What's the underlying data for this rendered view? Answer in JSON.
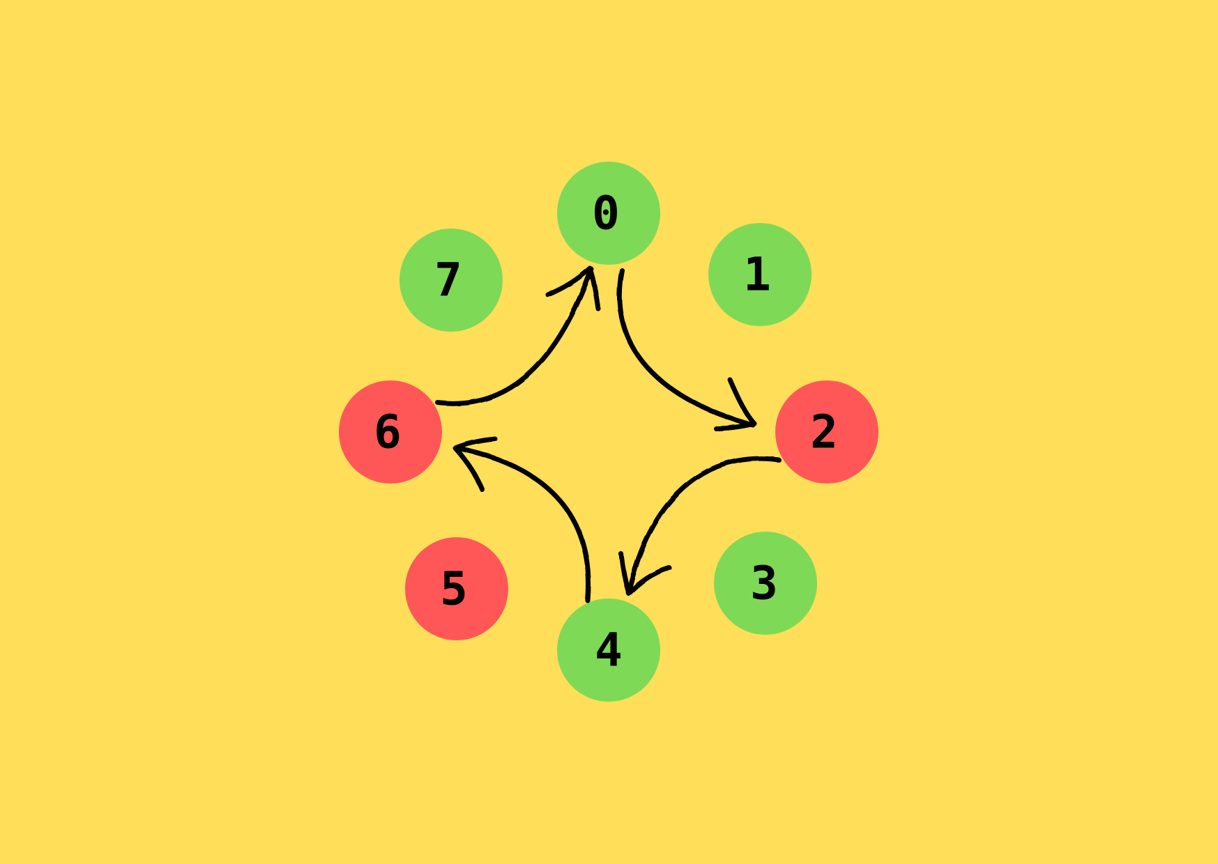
{
  "colors": {
    "background": "#FFDE59",
    "good": "#7ED957",
    "bad": "#FF5757",
    "ink": "#000000"
  },
  "nodes": [
    {
      "label": "0",
      "status": "good"
    },
    {
      "label": "1",
      "status": "good"
    },
    {
      "label": "2",
      "status": "bad"
    },
    {
      "label": "3",
      "status": "good"
    },
    {
      "label": "4",
      "status": "good"
    },
    {
      "label": "5",
      "status": "bad"
    },
    {
      "label": "6",
      "status": "bad"
    },
    {
      "label": "7",
      "status": "good"
    }
  ],
  "edges": [
    {
      "from": "0",
      "to": "2"
    },
    {
      "from": "2",
      "to": "4"
    },
    {
      "from": "4",
      "to": "6"
    },
    {
      "from": "6",
      "to": "0"
    }
  ]
}
